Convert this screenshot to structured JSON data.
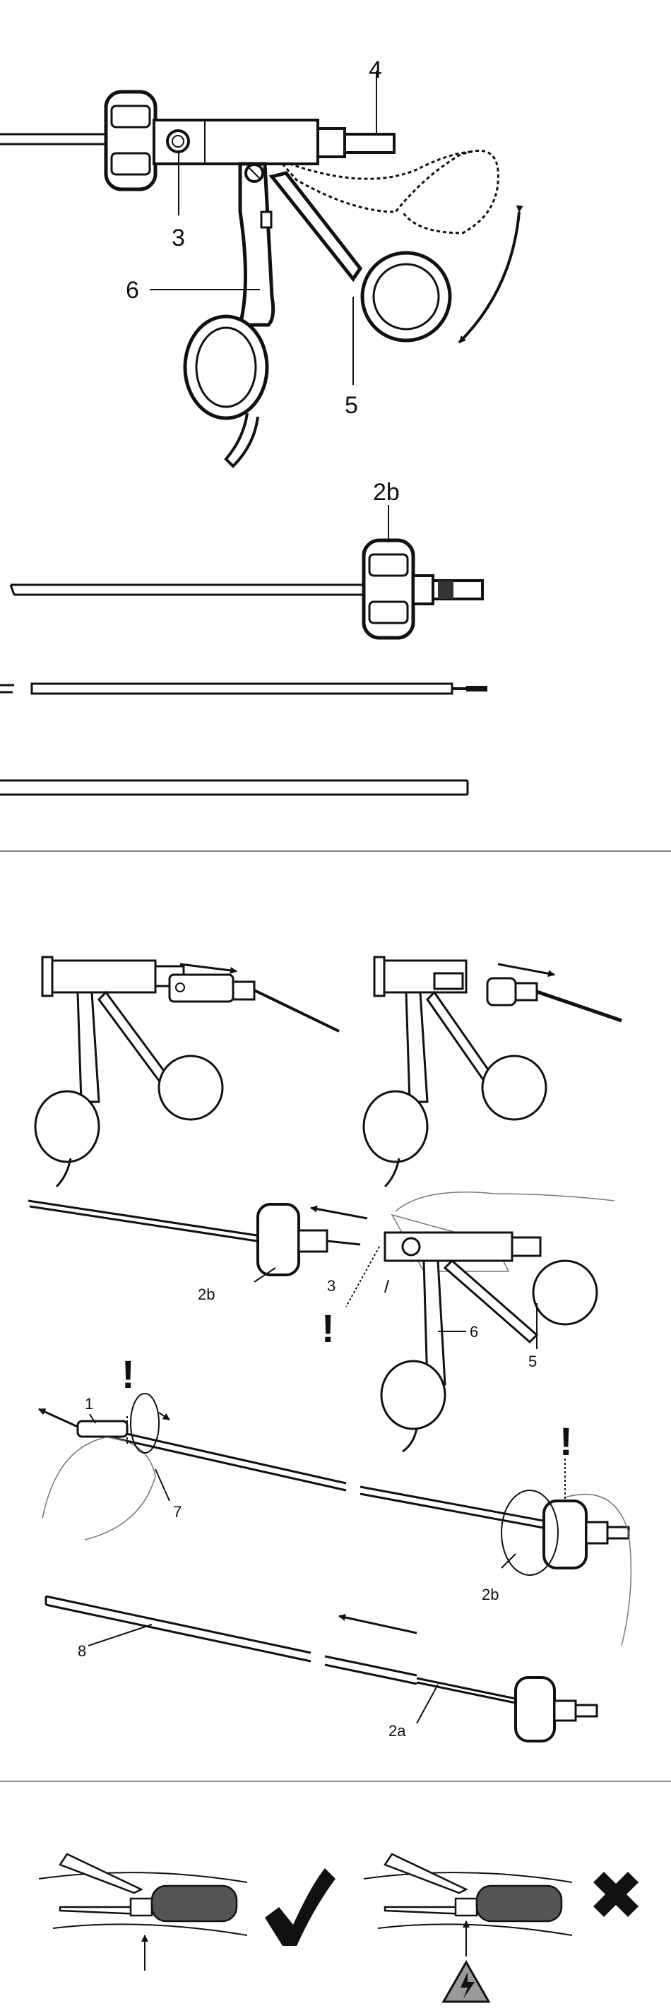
{
  "section1": {
    "labels": {
      "l4": "4",
      "l3": "3",
      "l6": "6",
      "l5": "5",
      "l2b": "2b"
    }
  },
  "section2": {
    "labels": {
      "l2b_a": "2b",
      "l3": "3",
      "l6": "6",
      "l5": "5",
      "l1": "1",
      "l7": "7",
      "l2b_b": "2b",
      "l8": "8",
      "l2a": "2a"
    },
    "exclamation": "!"
  },
  "section3": {
    "ok_icon": "check-icon",
    "bad_icon": "cross-icon",
    "warning_icon": "high-voltage-warning-icon",
    "colors": {
      "insulation": "#555555",
      "line": "#111111",
      "warning_fill": "#999999"
    }
  }
}
